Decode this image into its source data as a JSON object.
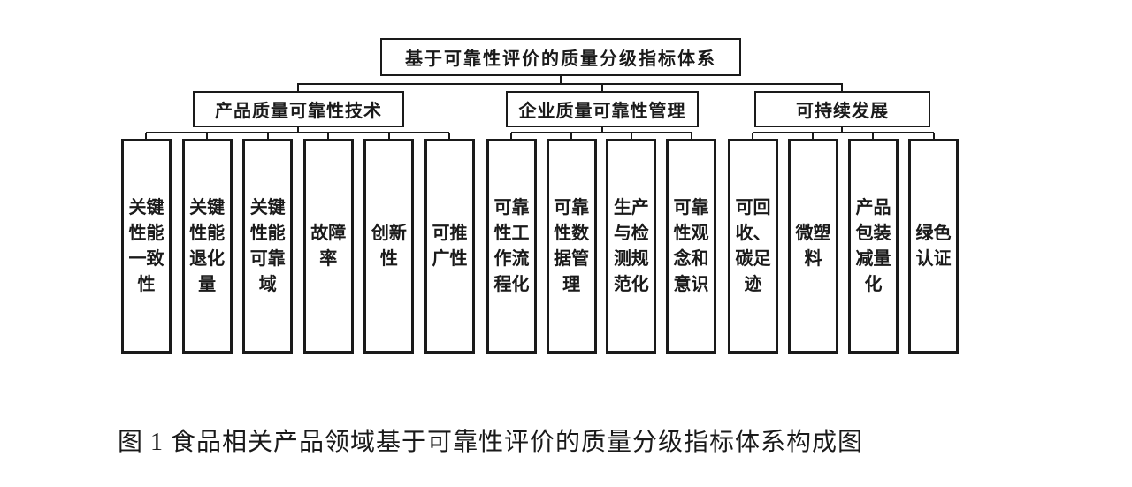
{
  "figure": {
    "caption": "图 1  食品相关产品领域基于可靠性评价的质量分级指标体系构成图"
  },
  "tree": {
    "root": {
      "label": "基于可靠性评价的质量分级指标体系"
    },
    "branches": [
      {
        "label": "产品质量可靠性技术",
        "children": [
          "关键性能一致性",
          "关键性能退化量",
          "关键性能可靠域",
          "故障率",
          "创新性",
          "可推广性"
        ]
      },
      {
        "label": "企业质量可靠性管理",
        "children": [
          "可靠性工作流程化",
          "可靠性数据管理",
          "生产与检测规范化",
          "可靠性观念和意识"
        ]
      },
      {
        "label": "可持续发展",
        "children": [
          "可回收、碳足迹",
          "微塑料",
          "产品包装减量化",
          "绿色认证"
        ]
      }
    ]
  },
  "colors": {
    "line": "#1a1a1a",
    "background": "#ffffff",
    "text": "#1a1a1a"
  }
}
